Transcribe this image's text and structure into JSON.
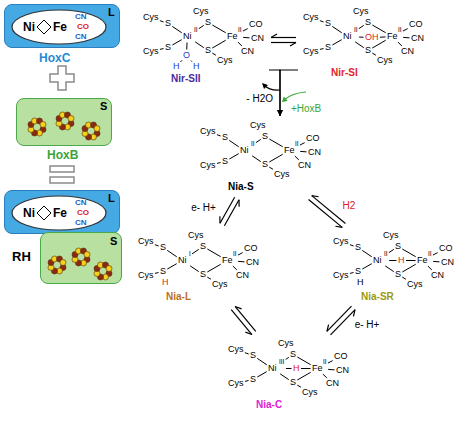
{
  "diagram": {
    "nodes": [
      {
        "text": [
          "HoxC",
          "L"
        ]
      },
      {
        "text": [
          "Ni",
          "Fe",
          "CN",
          "CO",
          "CN"
        ],
        "in": 0
      },
      {
        "text": [
          "HoxB",
          "S"
        ]
      },
      {
        "text": [
          "L"
        ]
      },
      {
        "text": [
          "Ni",
          "Fe",
          "CN",
          "CO",
          "CN"
        ],
        "in": 3
      },
      {
        "text": [
          "S"
        ]
      },
      {
        "text": [
          "Nir-SII",
          "Cys",
          "S",
          "Cys",
          "S",
          "Cys",
          "S",
          "Cys",
          "S",
          "Ni",
          "II",
          "Fe",
          "II",
          "CO",
          "CN",
          "CN",
          "O",
          "H",
          "H"
        ]
      },
      {
        "text": [
          "Nir-SI",
          "Cys",
          "S",
          "Cys",
          "S",
          "Cys",
          "S",
          "Cys",
          "S",
          "Ni",
          "II",
          "Fe",
          "II",
          "CO",
          "CN",
          "CN",
          "O",
          "H"
        ]
      },
      {
        "text": [
          "Nia-S",
          "Cys",
          "S",
          "Cys",
          "S",
          "Cys",
          "S",
          "Cys",
          "S",
          "Ni",
          "II",
          "Fe",
          "II",
          "CO",
          "CN",
          "CN"
        ]
      },
      {
        "text": [
          "Nia-L",
          "Cys",
          "S",
          "Cys",
          "S",
          "Cys",
          "S",
          "Cys",
          "S",
          "Ni",
          "I",
          "Fe",
          "II",
          "CO",
          "CN",
          "CN",
          "H"
        ]
      },
      {
        "text": [
          "Nia-SR",
          "Cys",
          "S",
          "Cys",
          "S",
          "Cys",
          "S",
          "Cys",
          "S",
          "Ni",
          "II",
          "Fe",
          "II",
          "CO",
          "CN",
          "CN",
          "H",
          "H"
        ]
      },
      {
        "text": [
          "Nia-C",
          "Cys",
          "S",
          "Cys",
          "S",
          "Cys",
          "S",
          "Cys",
          "S",
          "Ni",
          "III",
          "Fe",
          "II",
          "CO",
          "CN",
          "CN",
          "H"
        ]
      }
    ],
    "edges": [
      {
        "from": 6,
        "to": 7,
        "arrow": "both"
      },
      {
        "from": 6,
        "to": 8,
        "label": "- H2O",
        "arrow": "to"
      },
      {
        "from": 7,
        "to": 8,
        "label": "+HoxB",
        "arrow": "to"
      },
      {
        "from": 8,
        "to": 9,
        "label": "e- H+",
        "arrow": "both"
      },
      {
        "from": 8,
        "to": 10,
        "label": "H2",
        "arrow": "both"
      },
      {
        "from": 9,
        "to": 11,
        "arrow": "both"
      },
      {
        "from": 10,
        "to": 11,
        "label": "e- H+",
        "arrow": "both"
      }
    ],
    "labels": [
      "RH"
    ]
  }
}
